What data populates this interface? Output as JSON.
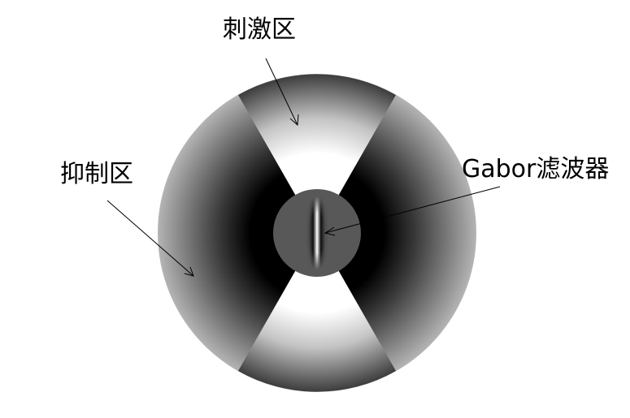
{
  "labels": {
    "stimulus_zone": "刺激区",
    "inhibition_zone": "抑制区",
    "gabor_filter": "Gabor滤波器"
  }
}
